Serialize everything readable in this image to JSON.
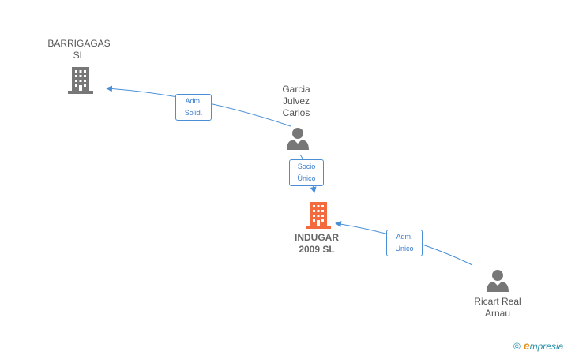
{
  "nodes": {
    "barrigagas": {
      "line1": "BARRIGAGAS",
      "line2": "SL",
      "type": "company",
      "color": "#777777"
    },
    "garcia": {
      "line1": "Garcia",
      "line2": "Julvez",
      "line3": "Carlos",
      "type": "person",
      "color": "#777777"
    },
    "indugar": {
      "line1": "INDUGAR",
      "line2": "2009 SL",
      "type": "company",
      "color": "#f26a3d"
    },
    "ricart": {
      "line1": "Ricart Real",
      "line2": "Arnau",
      "type": "person",
      "color": "#777777"
    }
  },
  "edges": {
    "garcia_barrigagas": {
      "line1": "Adm.",
      "line2": "Solid."
    },
    "garcia_indugar": {
      "line1": "Socio",
      "line2": "Único"
    },
    "ricart_indugar": {
      "line1": "Adm.",
      "line2": "Unico"
    }
  },
  "colors": {
    "edge": "#4a8fd6"
  },
  "watermark": {
    "copyright": "©",
    "brand_initial": "e",
    "brand_rest": "mpresia"
  }
}
